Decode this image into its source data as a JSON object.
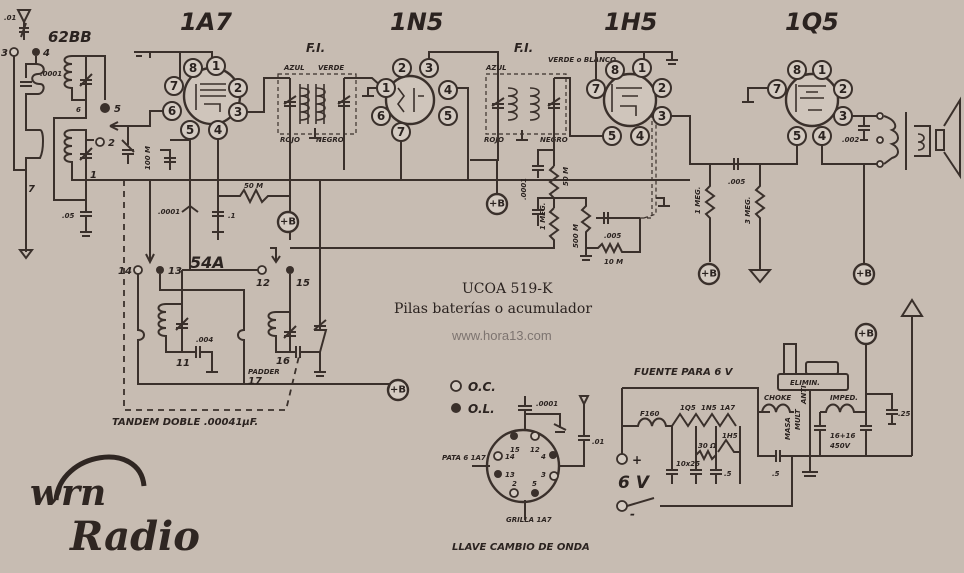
{
  "diagram": {
    "title": "UCOA 519-K",
    "subtitle": "Pilas baterías o acumulador",
    "watermark": "www.hora13.com",
    "tubes": [
      {
        "name": "1A7",
        "pins": [
          "1",
          "2",
          "3",
          "4",
          "5",
          "6",
          "7",
          "8"
        ]
      },
      {
        "name": "1N5",
        "pins": [
          "1",
          "2",
          "3",
          "4",
          "5",
          "6",
          "7"
        ]
      },
      {
        "name": "1H5",
        "pins": [
          "1",
          "2",
          "3",
          "4",
          "5",
          "7",
          "8"
        ]
      },
      {
        "name": "1Q5",
        "pins": [
          "1",
          "2",
          "3",
          "4",
          "5",
          "7",
          "8"
        ]
      }
    ],
    "antenna_coil": {
      "name": "62BB",
      "terminals": [
        "3",
        "4",
        "5",
        "6",
        "2",
        "1",
        "7"
      ],
      "cap_top": ".01",
      "cap_coupling": ".0001",
      "cap_bottom": ".05"
    },
    "oscillator_coil": {
      "name": "54A",
      "terminals": [
        "14",
        "13",
        "12",
        "15",
        "11",
        "16",
        "17"
      ],
      "cap": ".004",
      "padder_label": "PADDER",
      "tandem_label": "TANDEM DOBLE .00041µF."
    },
    "if_transformers": [
      {
        "label": "F.I.",
        "top_left": "AZUL",
        "top_right": "VERDE",
        "bottom_left": "ROJO",
        "bottom_right": "NEGRO"
      },
      {
        "label": "F.I.",
        "top_left": "AZUL",
        "top_right": "VERDE o BLANCO",
        "bottom_left": "ROJO",
        "bottom_right": "NEGRO"
      }
    ],
    "components": {
      "r_grid_1a7": "100 M",
      "r_screen": "50 M",
      "c_1a7_a": ".0001",
      "c_1a7_b": ".1",
      "det_cap": ".0001",
      "det_r1": "50 M",
      "det_r2": "1 MEG.",
      "volume_pot": "500 M",
      "avc_cap": ".005",
      "avc_r": "10 M",
      "coupling_cap": ".005",
      "r_plate_1h5": "1 MEG.",
      "r_grid_1q5": "3 MEG.",
      "output_cap": ".002"
    },
    "supply_symbol": "+B",
    "wave_switch": {
      "legend": [
        {
          "symbol": "open",
          "label": "O.C."
        },
        {
          "symbol": "filled",
          "label": "O.L."
        }
      ],
      "contacts": [
        "15",
        "12",
        "14",
        "4",
        "13",
        "3",
        "2",
        "5"
      ],
      "cap_top": ".0001",
      "cap_right": ".01",
      "left_label": "PATA 6 1A7",
      "bottom_label": "GRILLA 1A7",
      "title": "LLAVE CAMBIO DE ONDA"
    },
    "power_supply": {
      "title": "FUENTE PARA 6 V",
      "choke_in": "F160",
      "filaments": [
        "1Q5",
        "1N5",
        "1A7",
        "1H5"
      ],
      "resistor": "30 Ω",
      "cap_filament": "10x25",
      "cap_small": ".5",
      "battery": "6 V",
      "plus": "+",
      "minus": "-",
      "eliminator": "ELIMIN.",
      "choke_label": "CHOKE",
      "imped_label": "IMPED.",
      "filter_caps": "16+16",
      "filter_voltage": "450V",
      "cap_out": ".25",
      "cap_input": ".5",
      "vibrator_labels": [
        "MULT",
        "ANTI",
        "MASA"
      ]
    },
    "logo": {
      "top": "wrn",
      "bottom": "Radio"
    }
  }
}
